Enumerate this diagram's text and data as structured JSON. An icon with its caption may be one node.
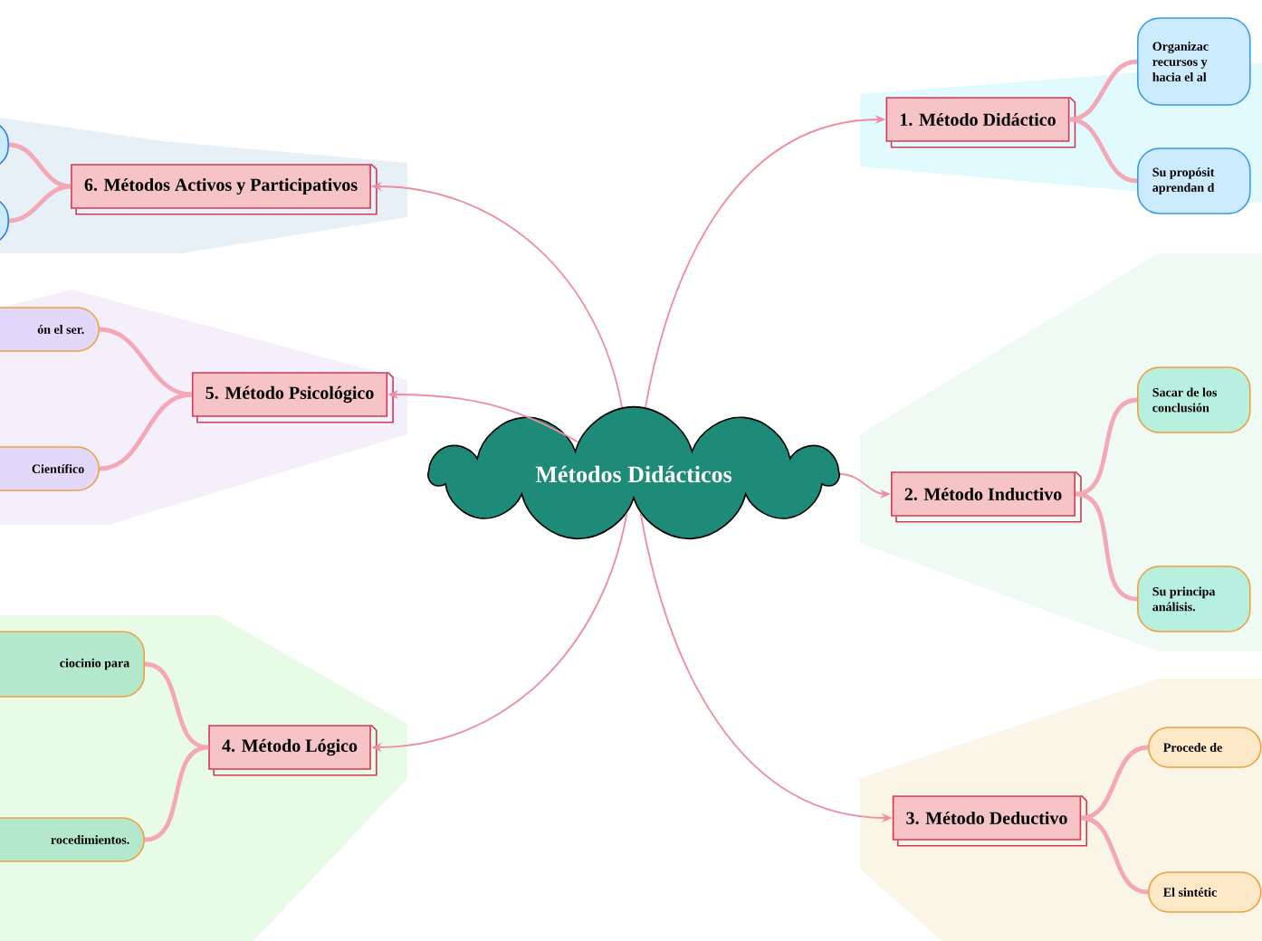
{
  "diagram": {
    "nodes": [
      {
        "text": [
          "Métodos Didácticos"
        ]
      },
      {
        "text": [
          "1. Método Didáctico"
        ]
      },
      {
        "text": [
          "2. Método Inductivo"
        ]
      },
      {
        "text": [
          "3. Método Deductivo"
        ]
      },
      {
        "text": [
          "4. Método Lógico"
        ]
      },
      {
        "text": [
          "5. Método Psicológico"
        ]
      },
      {
        "text": [
          "6. Métodos Activos y Participativos"
        ]
      },
      {
        "text": [
          "Organizac recursos y hacia el al"
        ]
      },
      {
        "text": [
          "Su propósit aprendan d"
        ]
      },
      {
        "text": [
          "Sacar de los conclusión"
        ]
      },
      {
        "text": [
          "Su principa análisis."
        ]
      },
      {
        "text": [
          "Procede de"
        ]
      },
      {
        "text": [
          "El sintétic"
        ]
      },
      {
        "text": [
          "ciocinio para"
        ]
      },
      {
        "text": [
          "rocedimientos."
        ]
      },
      {
        "text": [
          "ón el ser."
        ]
      },
      {
        "text": [
          "Científico"
        ]
      },
      {
        "text": [],
        "shape": "box"
      },
      {
        "text": [],
        "shape": "box"
      }
    ],
    "edges": [
      {
        "from": 0,
        "to": 1,
        "arrow": "to"
      },
      {
        "from": 0,
        "to": 2,
        "arrow": "to"
      },
      {
        "from": 0,
        "to": 3,
        "arrow": "to"
      },
      {
        "from": 0,
        "to": 4,
        "arrow": "to"
      },
      {
        "from": 0,
        "to": 5,
        "arrow": "to"
      },
      {
        "from": 0,
        "to": 6,
        "arrow": "to"
      },
      {
        "from": 1,
        "to": 7,
        "arrow": "none"
      },
      {
        "from": 1,
        "to": 8,
        "arrow": "none"
      },
      {
        "from": 2,
        "to": 9,
        "arrow": "none"
      },
      {
        "from": 2,
        "to": 10,
        "arrow": "none"
      },
      {
        "from": 3,
        "to": 11,
        "arrow": "none"
      },
      {
        "from": 3,
        "to": 12,
        "arrow": "none"
      },
      {
        "from": 4,
        "to": 13,
        "arrow": "none"
      },
      {
        "from": 4,
        "to": 14,
        "arrow": "none"
      },
      {
        "from": 5,
        "to": 15,
        "arrow": "none"
      },
      {
        "from": 5,
        "to": 16,
        "arrow": "none"
      },
      {
        "from": 6,
        "to": 17,
        "arrow": "none"
      },
      {
        "from": 6,
        "to": 18,
        "arrow": "none"
      }
    ]
  }
}
